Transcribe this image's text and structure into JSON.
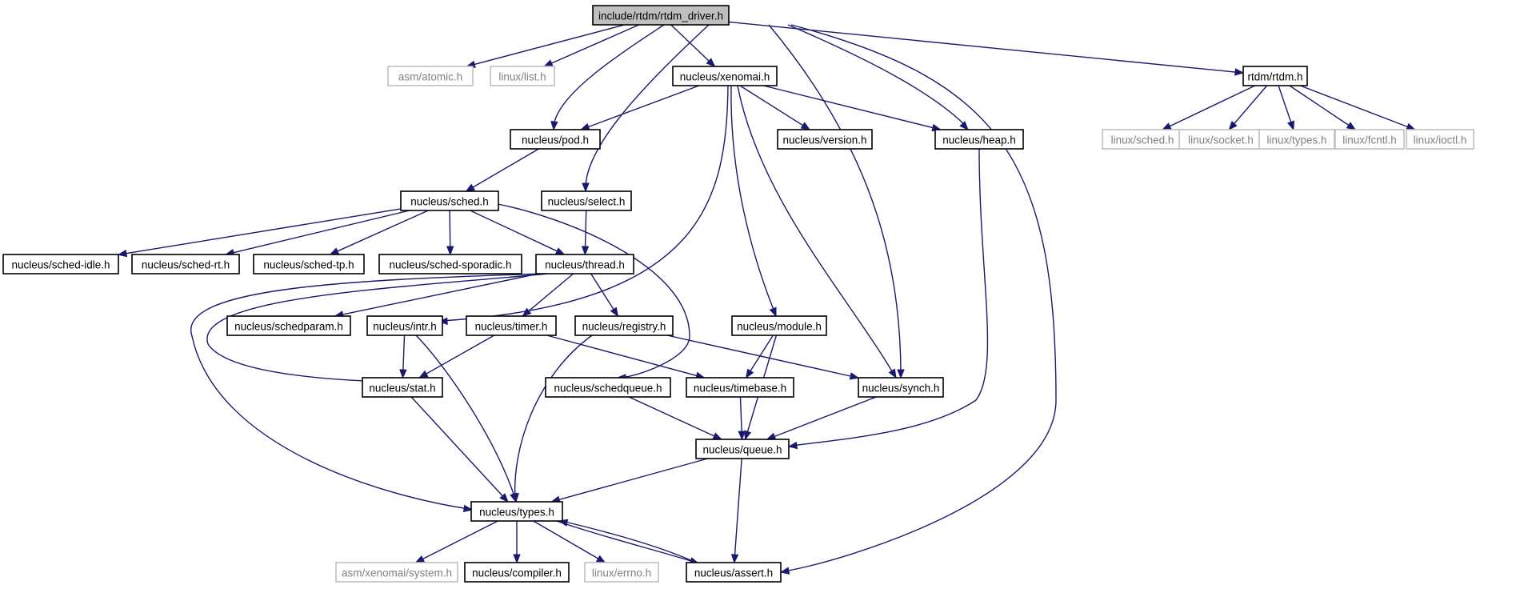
{
  "colors": {
    "edge": "#191970",
    "box_border": "#000000",
    "external_border": "#bfbfbf",
    "external_text": "#808080",
    "root_fill": "#bfbfbf",
    "background": "#ffffff"
  },
  "nodes": [
    {
      "id": "root",
      "label": "include/rtdm/rtdm_driver.h",
      "kind": "root"
    },
    {
      "id": "asm_atomic",
      "label": "asm/atomic.h",
      "kind": "external"
    },
    {
      "id": "linux_list",
      "label": "linux/list.h",
      "kind": "external"
    },
    {
      "id": "xenomai",
      "label": "nucleus/xenomai.h",
      "kind": "header"
    },
    {
      "id": "rtdm",
      "label": "rtdm/rtdm.h",
      "kind": "header"
    },
    {
      "id": "pod",
      "label": "nucleus/pod.h",
      "kind": "header"
    },
    {
      "id": "version",
      "label": "nucleus/version.h",
      "kind": "header"
    },
    {
      "id": "heap",
      "label": "nucleus/heap.h",
      "kind": "header"
    },
    {
      "id": "linux_sched",
      "label": "linux/sched.h",
      "kind": "external"
    },
    {
      "id": "linux_socket",
      "label": "linux/socket.h",
      "kind": "external"
    },
    {
      "id": "linux_types",
      "label": "linux/types.h",
      "kind": "external"
    },
    {
      "id": "linux_fcntl",
      "label": "linux/fcntl.h",
      "kind": "external"
    },
    {
      "id": "linux_ioctl",
      "label": "linux/ioctl.h",
      "kind": "external"
    },
    {
      "id": "sched",
      "label": "nucleus/sched.h",
      "kind": "header"
    },
    {
      "id": "select",
      "label": "nucleus/select.h",
      "kind": "header"
    },
    {
      "id": "sched_idle",
      "label": "nucleus/sched-idle.h",
      "kind": "header"
    },
    {
      "id": "sched_rt",
      "label": "nucleus/sched-rt.h",
      "kind": "header"
    },
    {
      "id": "sched_tp",
      "label": "nucleus/sched-tp.h",
      "kind": "header"
    },
    {
      "id": "sched_sporadic",
      "label": "nucleus/sched-sporadic.h",
      "kind": "header"
    },
    {
      "id": "thread",
      "label": "nucleus/thread.h",
      "kind": "header"
    },
    {
      "id": "schedparam",
      "label": "nucleus/schedparam.h",
      "kind": "header"
    },
    {
      "id": "intr",
      "label": "nucleus/intr.h",
      "kind": "header"
    },
    {
      "id": "timer",
      "label": "nucleus/timer.h",
      "kind": "header"
    },
    {
      "id": "registry",
      "label": "nucleus/registry.h",
      "kind": "header"
    },
    {
      "id": "module",
      "label": "nucleus/module.h",
      "kind": "header"
    },
    {
      "id": "stat",
      "label": "nucleus/stat.h",
      "kind": "header"
    },
    {
      "id": "schedqueue",
      "label": "nucleus/schedqueue.h",
      "kind": "header"
    },
    {
      "id": "timebase",
      "label": "nucleus/timebase.h",
      "kind": "header"
    },
    {
      "id": "synch",
      "label": "nucleus/synch.h",
      "kind": "header"
    },
    {
      "id": "queue",
      "label": "nucleus/queue.h",
      "kind": "header"
    },
    {
      "id": "types",
      "label": "nucleus/types.h",
      "kind": "header"
    },
    {
      "id": "asm_xenomai_system",
      "label": "asm/xenomai/system.h",
      "kind": "external"
    },
    {
      "id": "compiler",
      "label": "nucleus/compiler.h",
      "kind": "header"
    },
    {
      "id": "linux_errno",
      "label": "linux/errno.h",
      "kind": "external"
    },
    {
      "id": "assert",
      "label": "nucleus/assert.h",
      "kind": "header"
    }
  ],
  "edges": [
    {
      "from": "root",
      "to": "asm_atomic"
    },
    {
      "from": "root",
      "to": "linux_list"
    },
    {
      "from": "root",
      "to": "pod"
    },
    {
      "from": "root",
      "to": "select"
    },
    {
      "from": "root",
      "to": "xenomai"
    },
    {
      "from": "root",
      "to": "synch"
    },
    {
      "from": "root",
      "to": "heap"
    },
    {
      "from": "root",
      "to": "assert"
    },
    {
      "from": "root",
      "to": "rtdm"
    },
    {
      "from": "xenomai",
      "to": "pod"
    },
    {
      "from": "xenomai",
      "to": "version"
    },
    {
      "from": "xenomai",
      "to": "heap"
    },
    {
      "from": "xenomai",
      "to": "intr"
    },
    {
      "from": "xenomai",
      "to": "module"
    },
    {
      "from": "xenomai",
      "to": "synch"
    },
    {
      "from": "rtdm",
      "to": "linux_sched"
    },
    {
      "from": "rtdm",
      "to": "linux_socket"
    },
    {
      "from": "rtdm",
      "to": "linux_types"
    },
    {
      "from": "rtdm",
      "to": "linux_fcntl"
    },
    {
      "from": "rtdm",
      "to": "linux_ioctl"
    },
    {
      "from": "pod",
      "to": "sched"
    },
    {
      "from": "heap",
      "to": "queue"
    },
    {
      "from": "sched",
      "to": "sched_idle"
    },
    {
      "from": "sched",
      "to": "sched_rt"
    },
    {
      "from": "sched",
      "to": "sched_tp"
    },
    {
      "from": "sched",
      "to": "sched_sporadic"
    },
    {
      "from": "sched",
      "to": "thread"
    },
    {
      "from": "sched",
      "to": "schedqueue"
    },
    {
      "from": "select",
      "to": "thread"
    },
    {
      "from": "thread",
      "to": "schedparam"
    },
    {
      "from": "thread",
      "to": "timer"
    },
    {
      "from": "thread",
      "to": "registry"
    },
    {
      "from": "thread",
      "to": "stat"
    },
    {
      "from": "thread",
      "to": "types"
    },
    {
      "from": "intr",
      "to": "stat"
    },
    {
      "from": "intr",
      "to": "types"
    },
    {
      "from": "timer",
      "to": "stat"
    },
    {
      "from": "timer",
      "to": "timebase"
    },
    {
      "from": "registry",
      "to": "synch"
    },
    {
      "from": "registry",
      "to": "types"
    },
    {
      "from": "module",
      "to": "timebase"
    },
    {
      "from": "module",
      "to": "queue"
    },
    {
      "from": "stat",
      "to": "types"
    },
    {
      "from": "schedqueue",
      "to": "queue"
    },
    {
      "from": "timebase",
      "to": "queue"
    },
    {
      "from": "synch",
      "to": "queue"
    },
    {
      "from": "queue",
      "to": "types"
    },
    {
      "from": "queue",
      "to": "assert"
    },
    {
      "from": "types",
      "to": "asm_xenomai_system"
    },
    {
      "from": "types",
      "to": "compiler"
    },
    {
      "from": "types",
      "to": "linux_errno"
    },
    {
      "from": "types",
      "to": "assert"
    },
    {
      "from": "assert",
      "to": "types"
    }
  ]
}
